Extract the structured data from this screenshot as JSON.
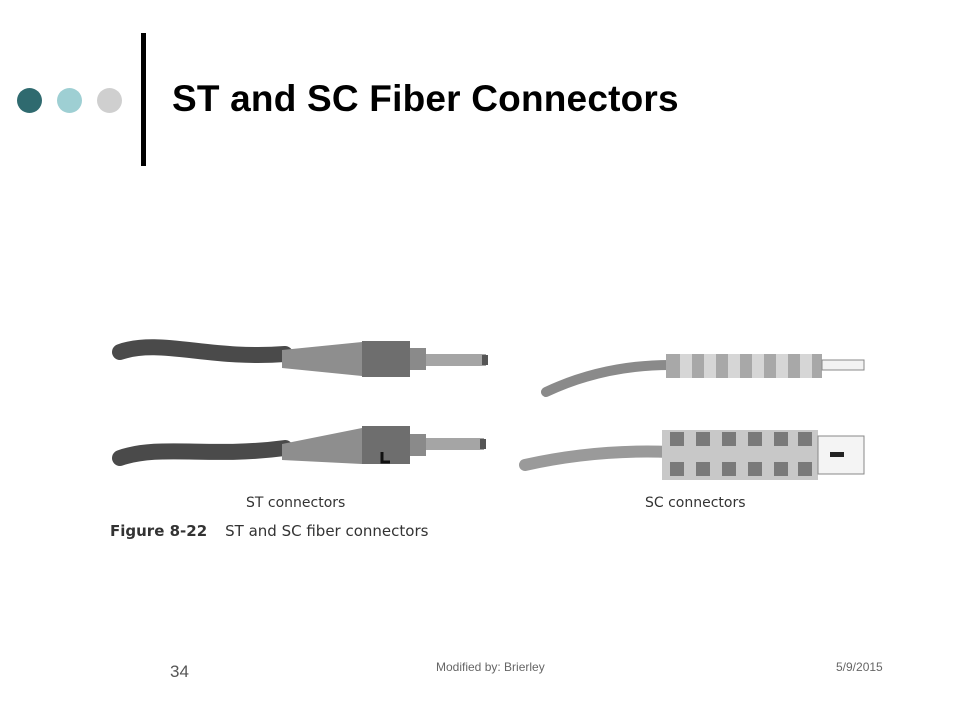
{
  "slide": {
    "title": "ST and SC Fiber Connectors"
  },
  "figure": {
    "st_label": "ST connectors",
    "sc_label": "SC connectors",
    "caption_number": "Figure 8-22",
    "caption_text": "ST and SC fiber connectors"
  },
  "footer": {
    "page_number": "34",
    "author": "Modified by: Brierley",
    "date": "5/9/2015"
  },
  "colors": {
    "accent_dark": "#2f6a6f",
    "accent_light": "#9ecfd3",
    "accent_grey": "#cfcfcf"
  }
}
